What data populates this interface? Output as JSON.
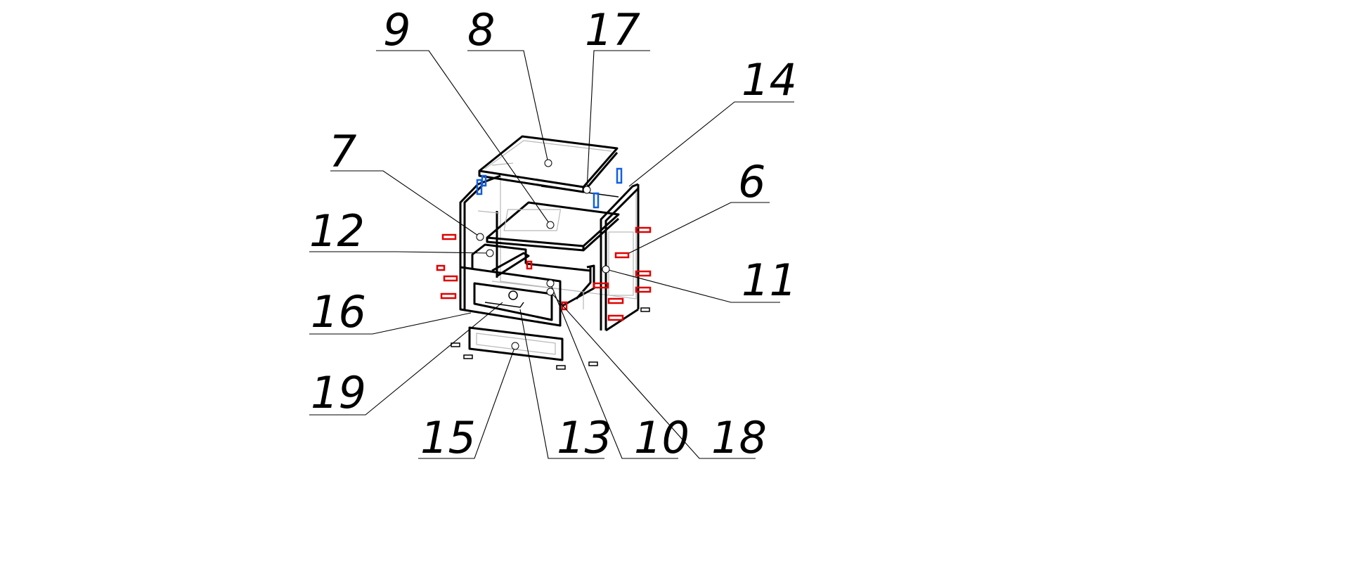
{
  "diagram": {
    "title": "",
    "part_labels": [
      "9",
      "8",
      "17",
      "14",
      "7",
      "6",
      "12",
      "11",
      "16",
      "19",
      "15",
      "13",
      "10",
      "18"
    ]
  },
  "colors": {
    "line": "#000000",
    "ghost": "#b8b8b8",
    "confirmat": "#e00000",
    "hinge": "#1060e0"
  }
}
